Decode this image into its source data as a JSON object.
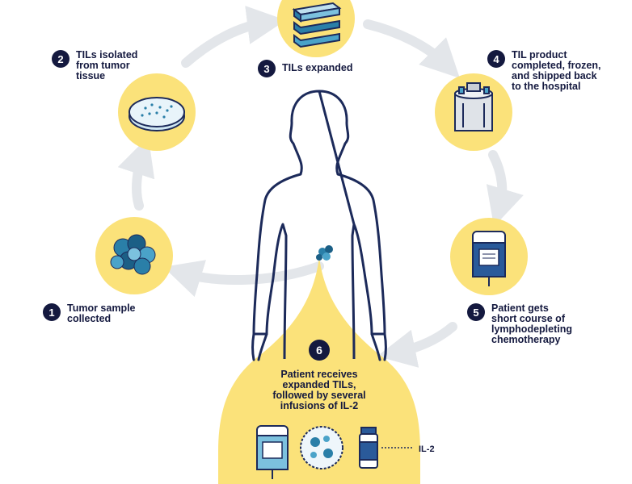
{
  "steps": [
    {
      "number": "1",
      "label": "Tumor sample\ncollected"
    },
    {
      "number": "2",
      "label": "TILs isolated\nfrom tumor\ntissue"
    },
    {
      "number": "3",
      "label": "TILs expanded"
    },
    {
      "number": "4",
      "label": "TIL product\ncompleted, frozen,\nand shipped back\nto the hospital"
    },
    {
      "number": "5",
      "label": "Patient gets\nshort course of\nlymphodepleting\nchemotherapy"
    },
    {
      "number": "6",
      "label": "Patient receives\nexpanded TILs,\nfollowed by several\ninfusions of IL-2"
    }
  ],
  "il2_label": "IL-2",
  "colors": {
    "circle_yellow": "#fbe27a",
    "badge_navy": "#14193f",
    "outline_navy": "#1c2a5a",
    "arrow_gray": "#e3e6ea",
    "cell_teal": "#2a7fa8"
  },
  "icons": [
    "tumor-cluster-icon",
    "petri-dish-icon",
    "cell-culture-flask-icon",
    "cryo-freezer-icon",
    "iv-bag-icon",
    "human-body-outline-icon",
    "cell-cluster-icon",
    "til-cells-icon",
    "vial-icon"
  ]
}
